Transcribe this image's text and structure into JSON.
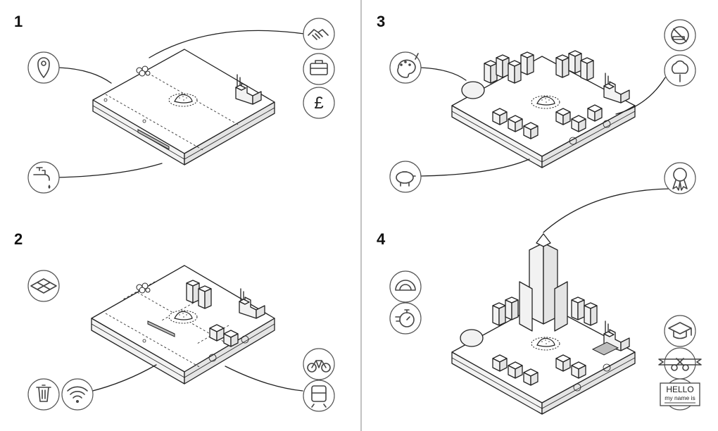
{
  "panels": [
    {
      "number": "1"
    },
    {
      "number": "2"
    },
    {
      "number": "3"
    },
    {
      "number": "4"
    }
  ],
  "icons": {
    "p1": [
      "location-pin-icon",
      "handshake-icon",
      "briefcase-icon",
      "pound-sign-icon",
      "water-tap-icon"
    ],
    "p2": [
      "layers-icon",
      "bin-icon",
      "wifi-icon",
      "bicycle-icon",
      "train-icon"
    ],
    "p3": [
      "palette-icon",
      "no-smoking-icon",
      "tree-icon",
      "piggy-bank-icon"
    ],
    "p4": [
      "rosette-icon",
      "helmet-icon",
      "stopwatch-icon",
      "graduation-cap-icon",
      "ribbon-cutting-icon",
      "name-badge-icon"
    ]
  },
  "name_badge": {
    "line1": "HELLO",
    "line2": "my name is"
  },
  "pound_symbol": "£",
  "colors": {
    "line": "#222222",
    "divider": "#999999",
    "background": "#ffffff"
  }
}
